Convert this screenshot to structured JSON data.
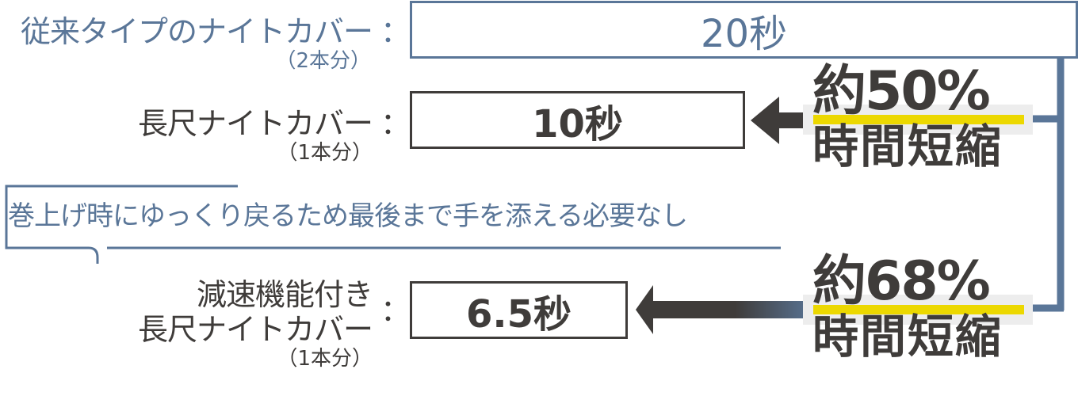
{
  "rows": [
    {
      "label_main": "従来タイプのナイトカバー",
      "label_sub": "（2本分）",
      "colon": "：",
      "value": "20秒"
    },
    {
      "label_main": "長尺ナイトカバー",
      "label_sub": "（1本分）",
      "colon": "：",
      "value": "10秒"
    },
    {
      "label_main_line1": "減速機能付き",
      "label_main_line2": "長尺ナイトカバー",
      "label_sub": "（1本分）",
      "colon": "：",
      "value": "6.5秒"
    }
  ],
  "reductions": [
    {
      "prefix": "約",
      "percent": "50%",
      "caption": "時間短縮"
    },
    {
      "prefix": "約",
      "percent": "68%",
      "caption": "時間短縮"
    }
  ],
  "note": "巻上げ時にゆっくり戻るため最後まで手を添える必要なし",
  "colors": {
    "blue": "#5a7698",
    "dark": "#3f3c3a",
    "highlight_yellow": "#ecd800",
    "highlight_gray": "#ededed"
  },
  "icons": [
    "arrow-left-icon",
    "arrow-left-icon",
    "bracket-connector",
    "speech-bubble-outline"
  ]
}
